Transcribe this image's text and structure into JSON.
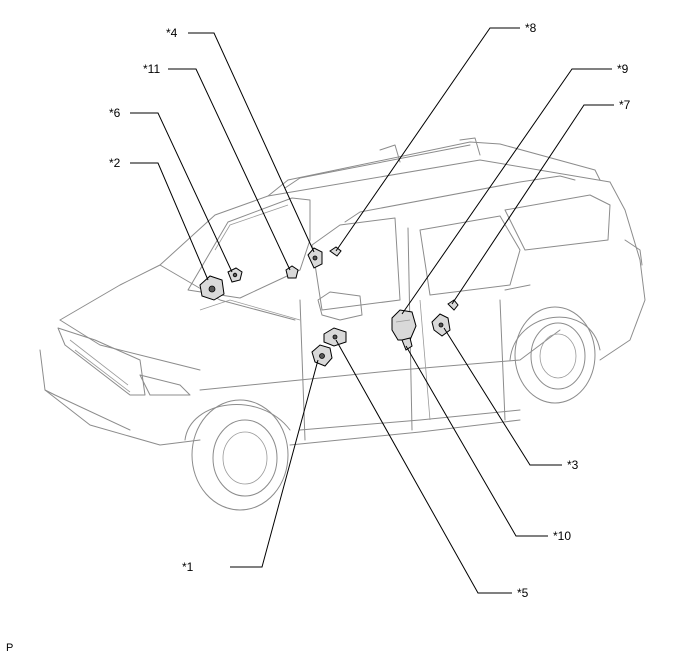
{
  "callouts": {
    "c1": "*1",
    "c2": "*2",
    "c3": "*3",
    "c4": "*4",
    "c5": "*5",
    "c6": "*6",
    "c7": "*7",
    "c8": "*8",
    "c9": "*9",
    "c10": "*10",
    "c11": "*11"
  },
  "footer_mark": "P"
}
